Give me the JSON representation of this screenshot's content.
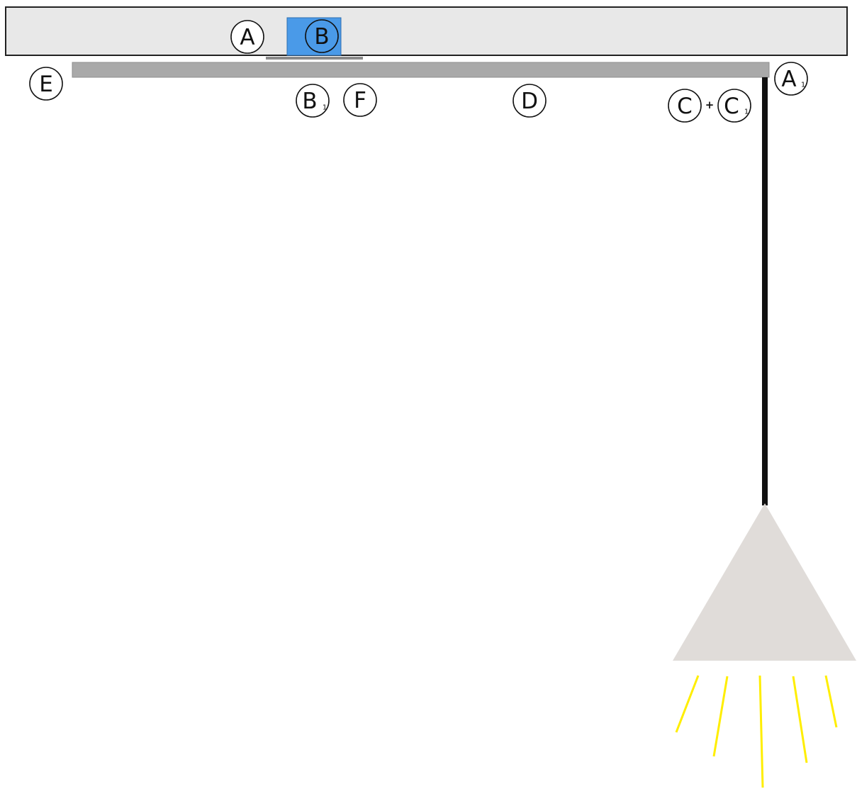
{
  "colors": {
    "ceiling_fill": "#e8e8e8",
    "ceiling_stroke": "#222222",
    "rail_fill": "#a9a9a9",
    "carriage_fill": "#4a9ae8",
    "cable": "#111111",
    "lamp_shade": "#e0dcd9",
    "light_rays": "#ffee00"
  },
  "labels": {
    "a": "A",
    "b": "B",
    "a1_letter": "A",
    "a1_sub": "1",
    "b1_letter": "B",
    "b1_sub": "1",
    "f": "F",
    "d": "D",
    "e": "E",
    "c": "C",
    "plus": "+",
    "c1_letter": "C",
    "c1_sub": "1"
  }
}
